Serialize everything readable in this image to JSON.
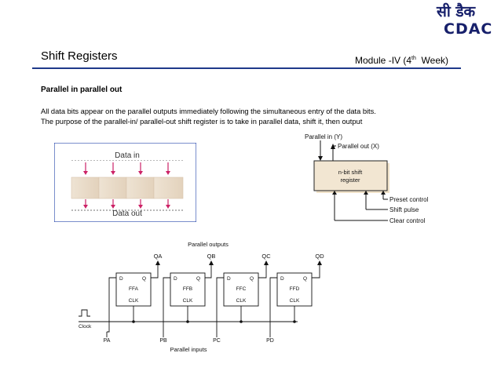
{
  "logo": {
    "hindi": "सी डैक",
    "latin": "CDAC"
  },
  "header": {
    "title": "Shift Registers",
    "module_prefix": "Module -IV (4",
    "module_sup": "th",
    "module_suffix": "  Week)"
  },
  "content": {
    "section_title": "Parallel in parallel out",
    "para1": "All data bits appear on the parallel outputs immediately following the simultaneous entry of the data bits.",
    "para2": "The purpose of the parallel-in/ parallel-out shift register is to take in parallel data, shift it, then output"
  },
  "fig_data": {
    "data_in": "Data in",
    "data_out": "Data out"
  },
  "fig_block": {
    "parallel_in": "Parallel in (Y)",
    "parallel_out": "Parallel out (X)",
    "box_line1": "n-bit shift",
    "box_line2": "register",
    "preset": "Preset control",
    "shift": "Shift pulse",
    "clear": "Clear control"
  },
  "circuit": {
    "parallel_outputs": "Parallel outputs",
    "outputs": [
      "QA",
      "QB",
      "QC",
      "QD"
    ],
    "flipflops": [
      "FFA",
      "FFB",
      "FFC",
      "FFD"
    ],
    "pin_d": "D",
    "pin_q": "Q",
    "pin_clk": "CLK",
    "clock": "Clock",
    "inputs": [
      "PA",
      "PB",
      "PC",
      "PD"
    ],
    "parallel_inputs": "Parallel inputs"
  }
}
